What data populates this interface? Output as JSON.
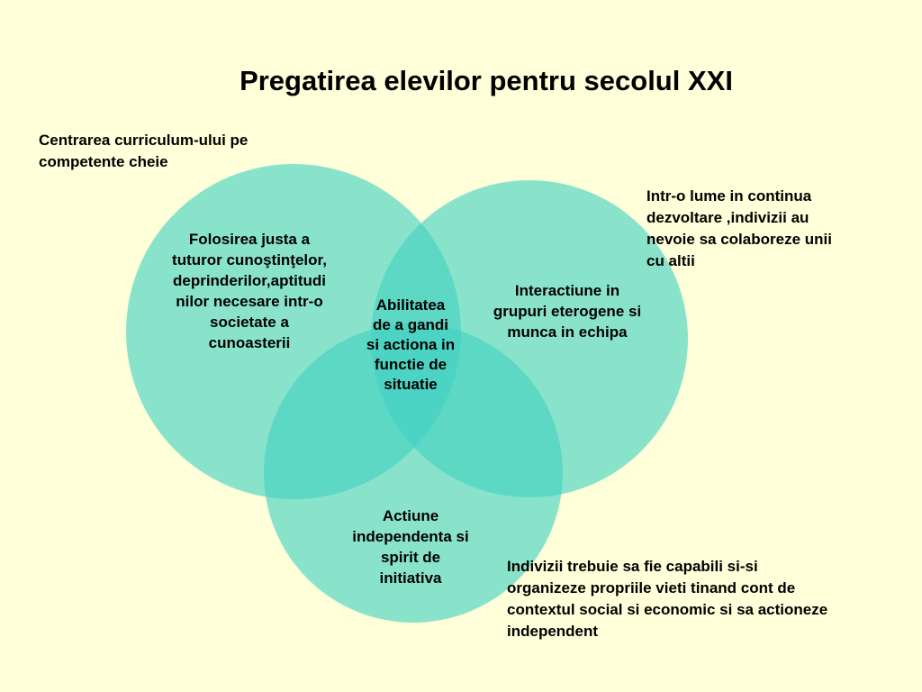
{
  "slide": {
    "title": "Pregatirea elevilor pentru secolul XXI",
    "background_color": "#ffffd9",
    "circle_color": "#40d2c2",
    "annotations": {
      "top_left": "Centrarea curriculum-ului pe\ncompetente cheie",
      "top_right": "Intr-o lume  in continua\ndezvoltare ,indivizii au\nnevoie sa colaboreze unii\ncu altii",
      "bottom_right": "Indivizii trebuie sa fie capabili si-si\norganizeze propriile vieti  tinand cont de\ncontextul social si economic si sa actioneze\nindependent"
    },
    "circles": {
      "left": "Folosirea justa  a\ntuturor cunoştinţelor,\ndeprinderilor,aptitudi\nnilor necesare intr-o\nsocietate a\ncunoasterii",
      "right": "Interactiune in\ngrupuri eterogene si\nmunca in echipa",
      "bottom": "Actiune\nindependenta si\nspirit de\ninitiativa",
      "center": "Abilitatea\nde a gandi\nsi actiona in\nfunctie de\nsituatie"
    }
  }
}
